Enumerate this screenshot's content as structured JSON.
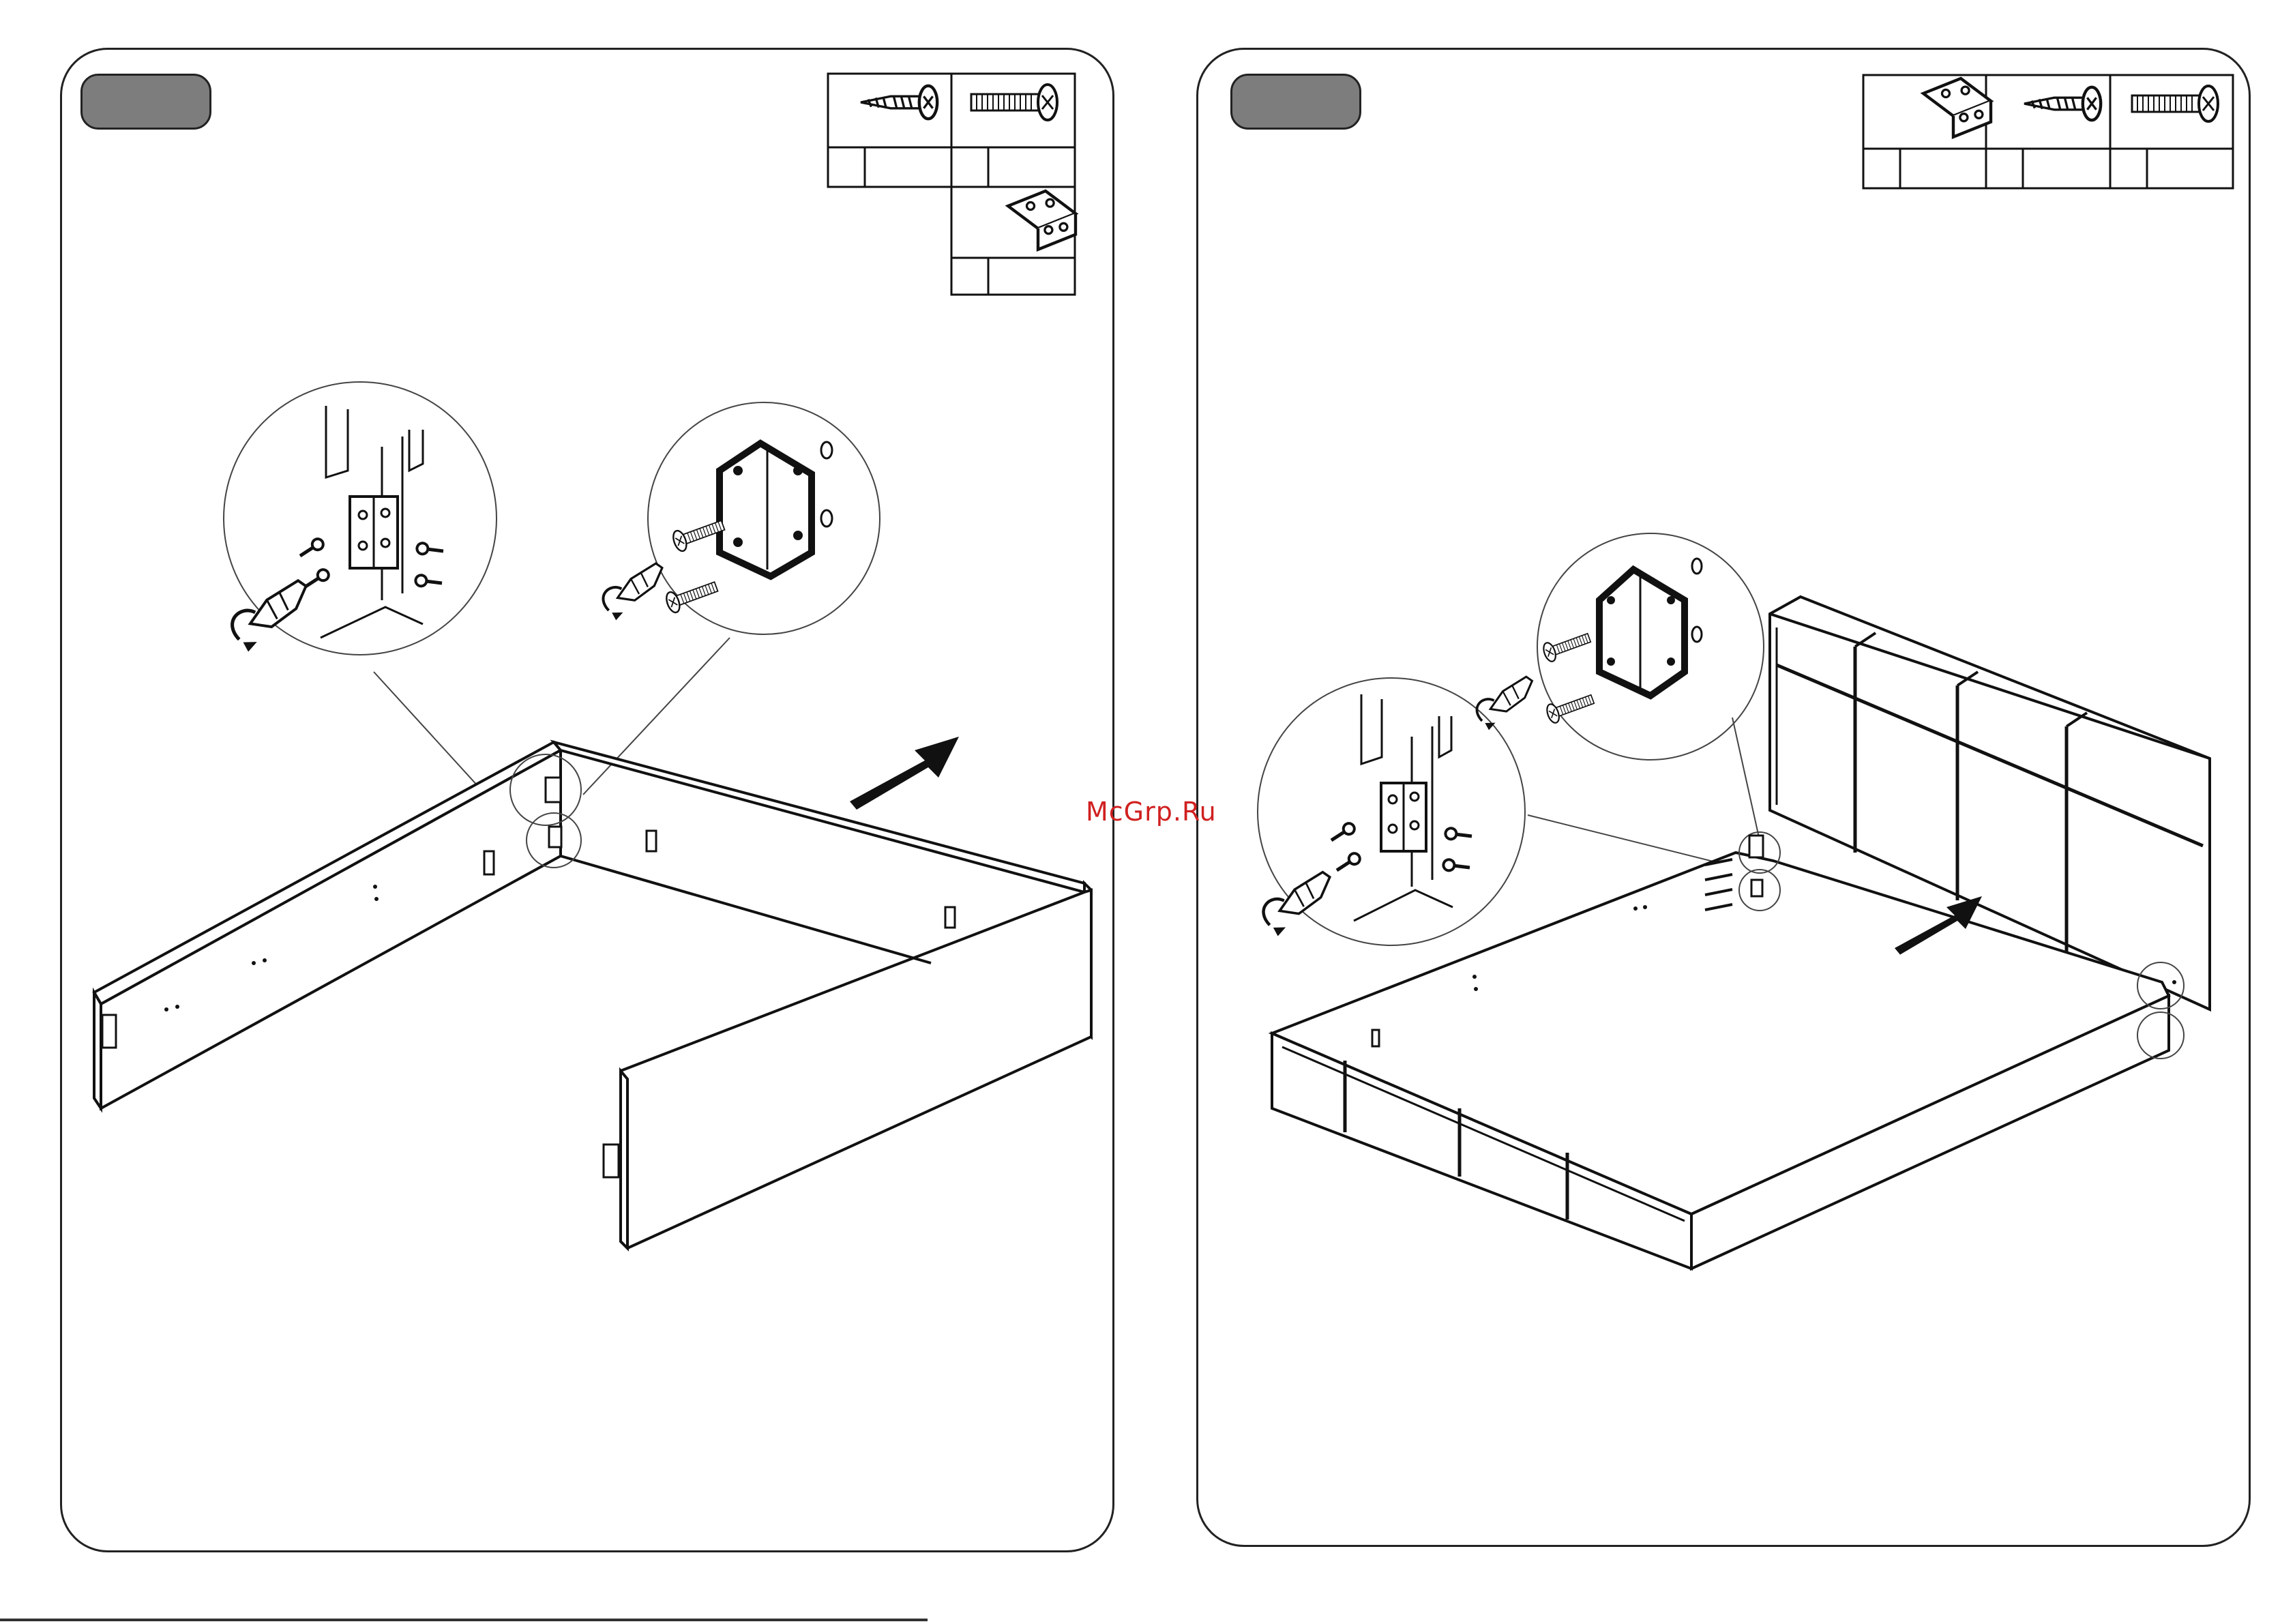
{
  "watermark": {
    "text": "McGrp.Ru",
    "color": "#d02020"
  },
  "step_badge_color": "#7d7d7d",
  "left_panel": {
    "parts": [
      "wood-screw-icon",
      "machine-screw-icon",
      "corner-bracket-icon"
    ],
    "arrow_icon": "push-direction-arrow-icon",
    "detail_circles": [
      "bracket-screw-detail",
      "bracket-bolt-detail"
    ]
  },
  "right_panel": {
    "parts": [
      "corner-bracket-icon",
      "wood-screw-icon",
      "machine-screw-icon"
    ],
    "arrow_icon": "push-direction-arrow-icon",
    "detail_circles": [
      "bracket-bolt-detail",
      "bracket-screw-detail"
    ]
  }
}
